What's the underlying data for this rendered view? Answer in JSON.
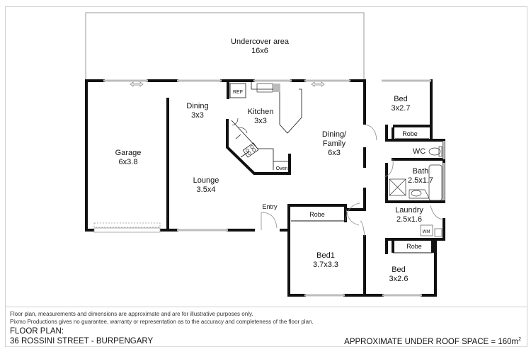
{
  "rooms": {
    "undercover": {
      "name": "Undercover area",
      "size": "16x6"
    },
    "garage": {
      "name": "Garage",
      "size": "6x3.8"
    },
    "dining": {
      "name": "Dining",
      "size": "3x3"
    },
    "kitchen": {
      "name": "Kitchen",
      "size": "3x3"
    },
    "lounge": {
      "name": "Lounge",
      "size": "3.5x4"
    },
    "dining_family": {
      "name_line1": "Dining/",
      "name_line2": "Family",
      "size": "6x3"
    },
    "bed_top": {
      "name": "Bed",
      "size": "3x2.7"
    },
    "robe_top": {
      "name": "Robe"
    },
    "wc": {
      "name": "WC"
    },
    "bath": {
      "name": "Bath",
      "size": "2.5x1.7"
    },
    "laundry": {
      "name": "Laundry",
      "size": "2.5x1.6"
    },
    "robe_laundry": {
      "name": "Robe"
    },
    "bed_bottom": {
      "name": "Bed",
      "size": "3x2.6"
    },
    "bed1": {
      "name": "Bed1",
      "size": "3.7x3.3"
    },
    "robe_bed1": {
      "name": "Robe"
    },
    "entry": {
      "name": "Entry"
    }
  },
  "fixtures": {
    "ref": "REF",
    "oven": "Oven",
    "wm": "WM"
  },
  "footer": {
    "disclaimer_line1": "Floor plan, measurements and dimensions are approximate and are for illustrative purposes only.",
    "disclaimer_line2": "Pixmo Productions gives no guarantee, warranty or representation as to the accuracy and completeness of the floor plan.",
    "title": "FLOOR PLAN:",
    "address": "36 ROSSINI STREET - BURPENGARY",
    "area_label": "APPROXIMATE UNDER ROOF SPACE = 160m",
    "area_sup": "2"
  },
  "colors": {
    "wall": "#111111",
    "window": "#bdbdbd",
    "frame": "#cfcfcf"
  }
}
